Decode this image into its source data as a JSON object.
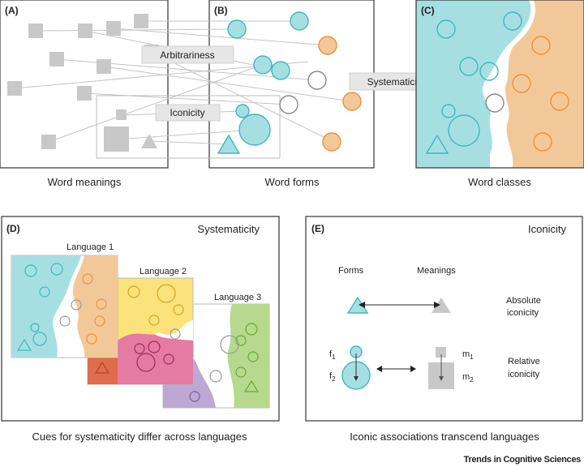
{
  "panels": {
    "a": {
      "letter": "(A)",
      "caption": "Word meanings"
    },
    "b": {
      "letter": "(B)",
      "caption": "Word forms"
    },
    "c": {
      "letter": "(C)",
      "caption": "Word classes"
    },
    "d": {
      "letter": "(D)",
      "title": "Systematicity",
      "caption": "Cues for systematicity differ across languages",
      "languages": [
        "Language 1",
        "Language 2",
        "Language 3"
      ]
    },
    "e": {
      "letter": "(E)",
      "title": "Iconicity",
      "caption": "Iconic associations transcend languages",
      "forms_label": "Forms",
      "meanings_label": "Meanings",
      "absolute_label_1": "Absolute",
      "absolute_label_2": "iconicity",
      "relative_label_1": "Relative",
      "relative_label_2": "iconicity",
      "f1": "f",
      "f1_sub": "1",
      "f2": "f",
      "f2_sub": "2",
      "m1": "m",
      "m1_sub": "1",
      "m2": "m",
      "m2_sub": "2"
    }
  },
  "banners": {
    "arbitrariness": "Arbitrariness",
    "iconicity": "Iconicity",
    "systematicity": "Systematicity"
  },
  "footer": "Trends in Cognitive Sciences",
  "colors": {
    "teal": "#a6dfe2",
    "teal_stroke": "#3fb8bf",
    "orange": "#f3c898",
    "orange_stroke": "#e8923a",
    "gray": "#c8c8c8",
    "yellow": "#fbe27a",
    "pink": "#e57aa3",
    "red": "#e06c4c",
    "purple": "#bca8d4",
    "green": "#b6d98d"
  }
}
